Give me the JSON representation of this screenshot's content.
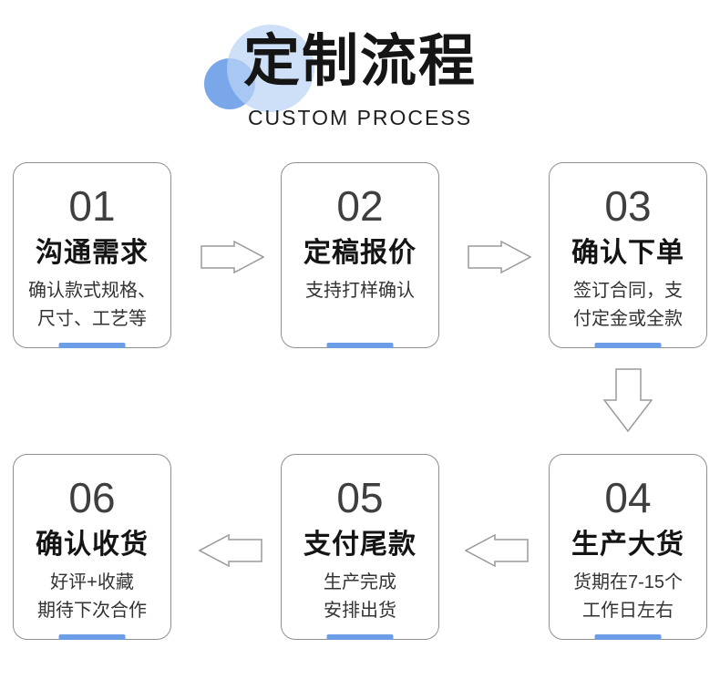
{
  "theme": {
    "accent_blue": "#6b9ee7",
    "circle_dark_blue": "#7aa7e9",
    "circle_light_blue": "rgba(186,212,245,0.85)",
    "card_border_gray": "#8f8f8f",
    "arrow_outline_gray": "#9a9a9a"
  },
  "header": {
    "title": "定制流程",
    "subtitle": "CUSTOM PROCESS"
  },
  "steps": [
    {
      "number": "01",
      "title": "沟通需求",
      "desc": [
        "确认款式规格、",
        "尺寸、工艺等"
      ]
    },
    {
      "number": "02",
      "title": "定稿报价",
      "desc": [
        "支持打样确认"
      ]
    },
    {
      "number": "03",
      "title": "确认下单",
      "desc": [
        "签订合同，支",
        "付定金或全款"
      ]
    },
    {
      "number": "04",
      "title": "生产大货",
      "desc": [
        "货期在7-15个",
        "工作日左右"
      ]
    },
    {
      "number": "05",
      "title": "支付尾款",
      "desc": [
        "生产完成",
        "安排出货"
      ]
    },
    {
      "number": "06",
      "title": "确认收货",
      "desc": [
        "好评+收藏",
        "期待下次合作"
      ]
    }
  ]
}
